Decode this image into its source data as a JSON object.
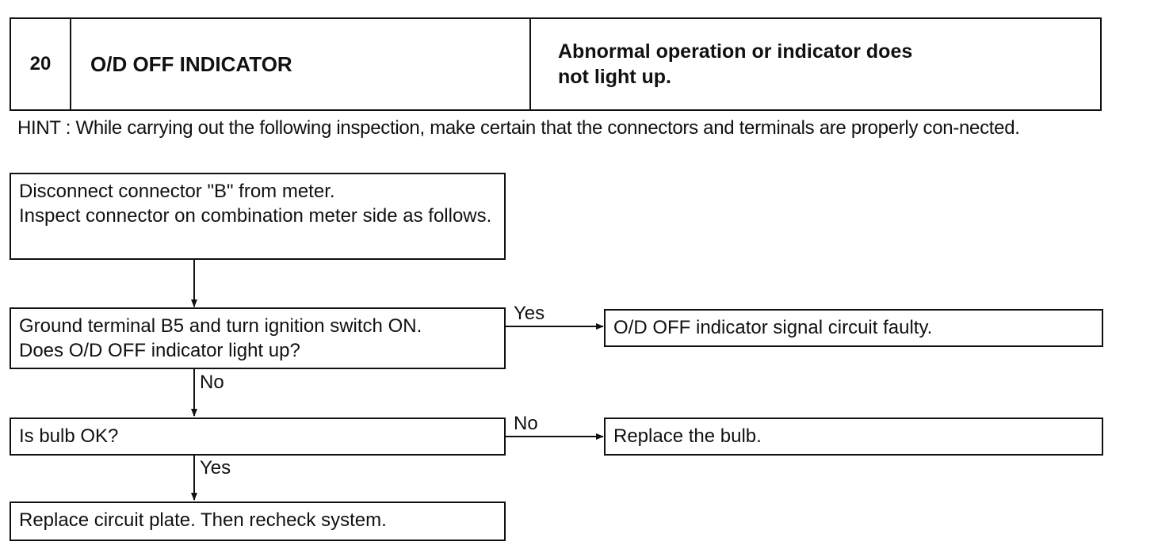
{
  "header": {
    "number": "20",
    "title": "O/D OFF INDICATOR",
    "description": "Abnormal operation or indicator does\nnot light up."
  },
  "hint": "HINT : While carrying out the following inspection, make certain that the connectors and terminals are properly con-nected.",
  "flow": {
    "step1": "Disconnect connector \"B\" from meter.\nInspect connector on combination meter side as follows.",
    "step2": "Ground terminal B5 and turn ignition switch ON.\nDoes O/D OFF indicator light up?",
    "step2_yes_result": "O/D OFF indicator signal circuit faulty.",
    "step3": "Is bulb OK?",
    "step3_no_result": "Replace the bulb.",
    "step4": "Replace circuit plate. Then recheck system.",
    "labels": {
      "step2_yes": "Yes",
      "step2_no": "No",
      "step3_no": "No",
      "step3_yes": "Yes"
    }
  }
}
